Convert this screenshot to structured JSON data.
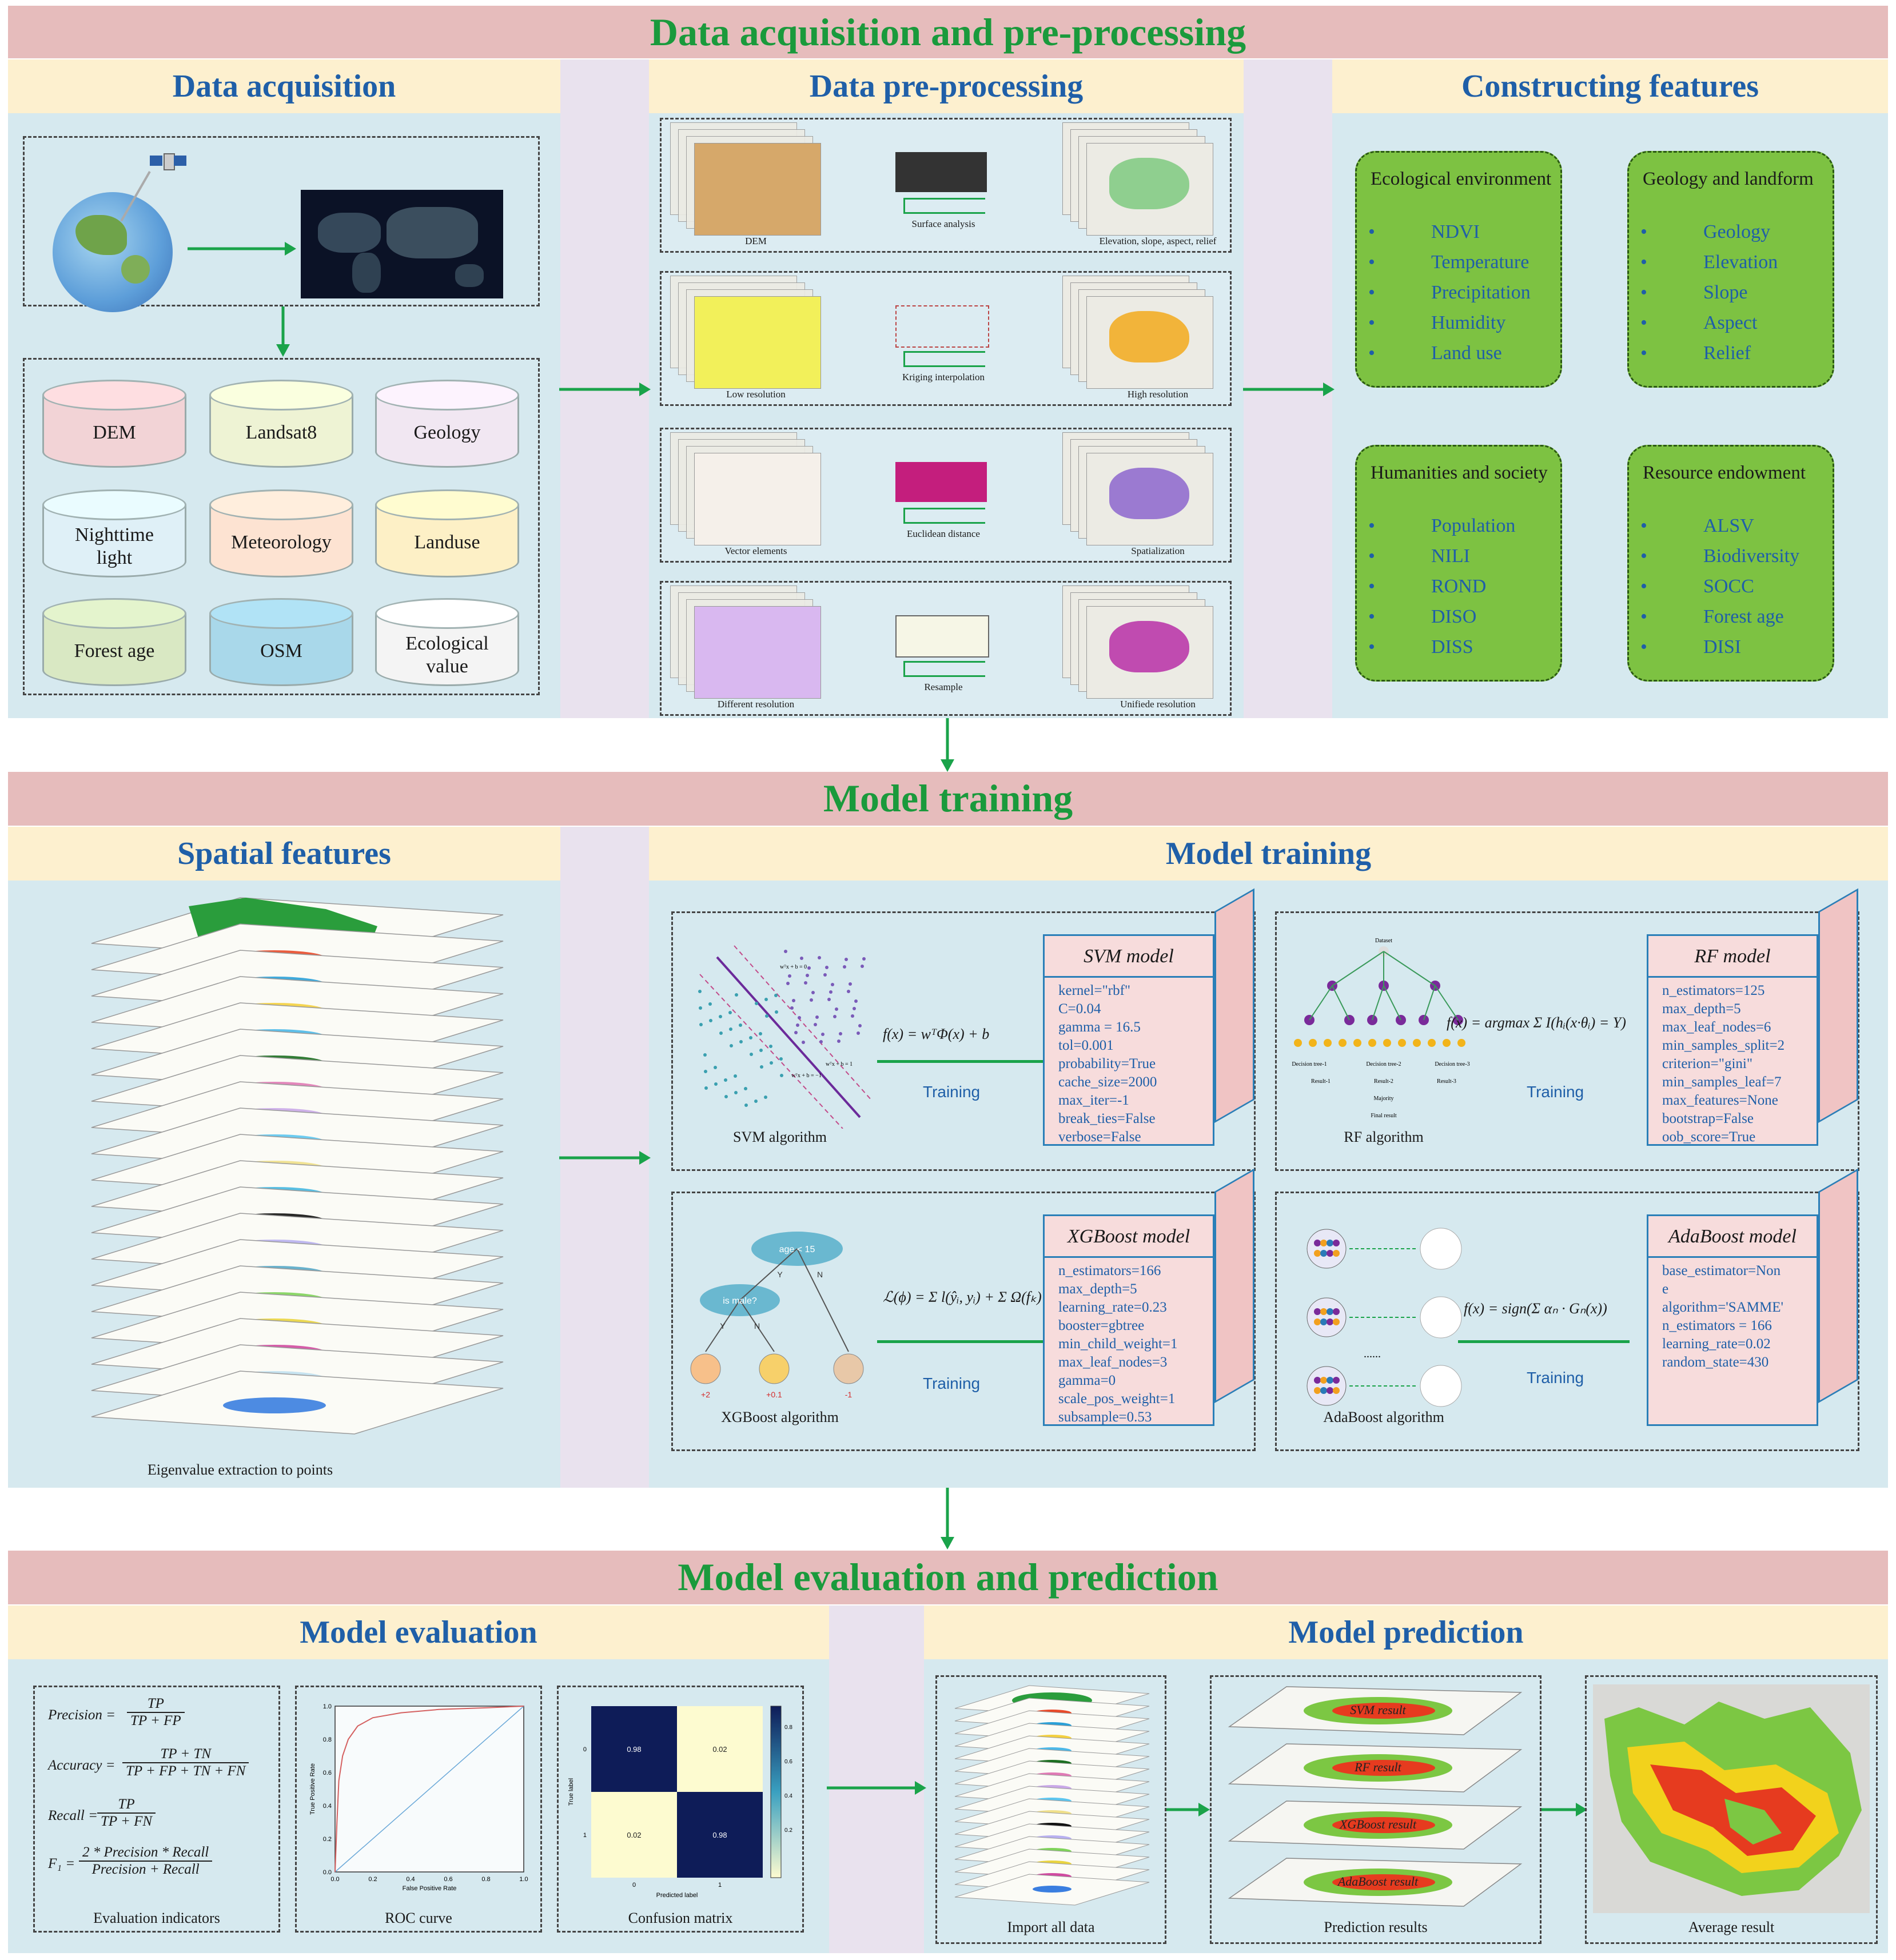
{
  "sections": {
    "s1": "Data acquisition and pre-processing",
    "s2": "Model training",
    "s3": "Model evaluation and prediction"
  },
  "subheads": {
    "data_acq": "Data acquisition",
    "preproc": "Data pre-processing",
    "constructing": "Constructing features",
    "spatial": "Spatial features",
    "training": "Model training",
    "evaluation": "Model evaluation",
    "prediction": "Model prediction"
  },
  "datasets": [
    "DEM",
    "Landsat8",
    "Geology",
    "Nighttime light",
    "Meteorology",
    "Landuse",
    "Forest age",
    "OSM",
    "Ecological value"
  ],
  "dataset_colors": [
    "#f2d3d6",
    "#eef3d4",
    "#f1e7f2",
    "#dff0f7",
    "#fde3d2",
    "#fdf0c6",
    "#d9e8c3",
    "#a9d8ea",
    "#f4f4f4"
  ],
  "preproc_rows": [
    {
      "left": "DEM",
      "middle": "Surface analysis",
      "right": "Elevation, slope, aspect, relief"
    },
    {
      "left": "Low resolution",
      "middle": "Kriging interpolation",
      "right": "High resolution"
    },
    {
      "left": "Vector elements",
      "middle": "Euclidean distance",
      "right": "Spatialization"
    },
    {
      "left": "Different resolution",
      "middle": "Resample",
      "right": "Unifiede resolution"
    }
  ],
  "feature_groups": [
    {
      "title": "Ecological environment",
      "items": [
        "NDVI",
        "Temperature",
        "Precipitation",
        "Humidity",
        "Land use"
      ]
    },
    {
      "title": "Geology and landform",
      "items": [
        "Geology",
        "Elevation",
        "Slope",
        "Aspect",
        "Relief"
      ]
    },
    {
      "title": "Humanities and society",
      "items": [
        "Population",
        "NILI",
        "ROND",
        "DISO",
        "DISS"
      ]
    },
    {
      "title": "Resource endowment",
      "items": [
        "ALSV",
        "Biodiversity",
        "SOCC",
        "Forest age",
        "DISI"
      ]
    }
  ],
  "spatial_caption": "Eigenvalue extraction to points",
  "models": [
    {
      "algo": "SVM algorithm",
      "formula": "f(x) = wᵀΦ(x) + b",
      "title": "SVM model",
      "params": [
        "kernel=\"rbf\"",
        "C=0.04",
        "gamma = 16.5",
        "tol=0.001",
        "probability=True",
        "cache_size=2000",
        "max_iter=-1",
        "break_ties=False",
        "verbose=False"
      ],
      "training": "Training",
      "svm_labels": [
        "wᵀx + b = 0",
        "wᵀx + b = 1",
        "wᵀx + b = −1"
      ]
    },
    {
      "algo": "RF algorithm",
      "formula": "f(x) = argmax Σ I(hᵢ(x·θᵢ) = Y)",
      "title": "RF model",
      "params": [
        "n_estimators=125",
        "max_depth=5",
        "max_leaf_nodes=6",
        "min_samples_split=2",
        "criterion=\"gini\"",
        "min_samples_leaf=7",
        "max_features=None",
        "bootstrap=False",
        "oob_score=True"
      ],
      "training": "Training",
      "rf_labels": [
        "Dataset",
        "Decision tree-1",
        "Decision tree-2",
        "Decision tree-3",
        "Result-1",
        "Result-2",
        "Result-3",
        "Majority",
        "Final result"
      ]
    },
    {
      "algo": "XGBoost algorithm",
      "formula": "ℒ(ϕ) = Σ l(ŷᵢ, yᵢ) + Σ Ω(fₖ)",
      "title": "XGBoost model",
      "params": [
        "n_estimators=166",
        "max_depth=5",
        "learning_rate=0.23",
        "booster=gbtree",
        "min_child_weight=1",
        "max_leaf_nodes=3",
        "gamma=0",
        "scale_pos_weight=1",
        "subsample=0.53"
      ],
      "training": "Training",
      "tree_labels": [
        "age < 15",
        "is male?",
        "Y",
        "N",
        "Y",
        "N",
        "+2",
        "+0.1",
        "-1"
      ]
    },
    {
      "algo": "AdaBoost algorithm",
      "formula": "f(x) = sign(Σ αₙ · Gₙ(x))",
      "title": "AdaBoost model",
      "params": [
        "base_estimator=Non",
        "e",
        "algorithm='SAMME'",
        "n_estimators = 166",
        "learning_rate=0.02",
        "random_state=430"
      ],
      "training": "Training",
      "dots": "......"
    }
  ],
  "evaluation": {
    "formulas": {
      "precision": {
        "lhs": "Precision =",
        "num": "TP",
        "den": "TP + FP"
      },
      "accuracy": {
        "lhs": "Accuracy =",
        "num": "TP + TN",
        "den": "TP + FP + TN + FN"
      },
      "recall": {
        "lhs": "Recall =",
        "num": "TP",
        "den": "TP + FN"
      },
      "f1": {
        "lhs": "F₁ =",
        "num": "2 * Precision * Recall",
        "den": "Precision + Recall"
      }
    },
    "indicators_caption": "Evaluation indicators",
    "roc_caption": "ROC curve",
    "roc_xlabel": "False Positive Rate",
    "roc_ylabel": "True Positive Rate",
    "roc_ticks": [
      "0.0",
      "0.2",
      "0.4",
      "0.6",
      "0.8",
      "1.0"
    ],
    "cm_caption": "Confusion matrix",
    "cm_values": [
      "0.98",
      "0.02",
      "0.02",
      "0.98"
    ],
    "cm_xlabel": "Predicted label",
    "cm_ylabel": "True label",
    "cm_ticks": [
      "0",
      "1"
    ],
    "cm_colorbar": [
      "0.8",
      "0.6",
      "0.4",
      "0.2"
    ]
  },
  "prediction": {
    "import_caption": "Import all data",
    "results_caption": "Prediction results",
    "layers": [
      "SVM result",
      "RF result",
      "XGBoost result",
      "AdaBoost result"
    ],
    "average_caption": "Average result"
  }
}
